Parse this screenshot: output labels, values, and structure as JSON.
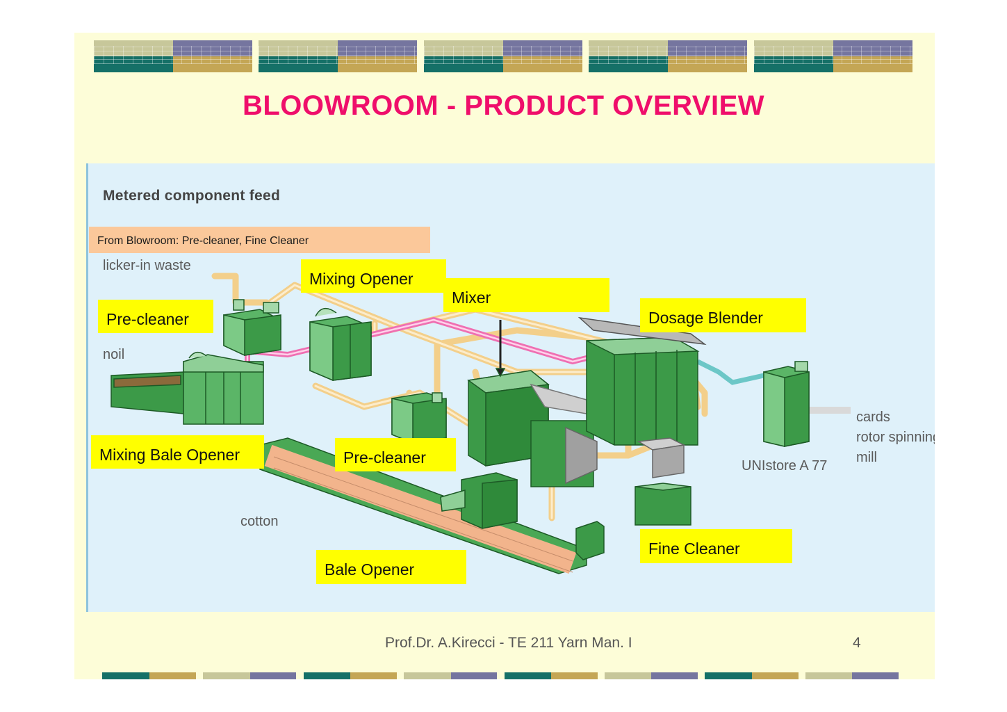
{
  "title": "BLOOWROOM - PRODUCT OVERVIEW",
  "diagram": {
    "heading": "Metered component feed",
    "from_box": "From Blowroom: Pre-cleaner, Fine Cleaner",
    "annotations": {
      "licker_in": "licker-in waste",
      "noil": "noil",
      "cotton": "cotton",
      "unistore": "UNIstore A 77",
      "cards": "cards",
      "rotor": "rotor spinning",
      "mill": "mill"
    },
    "labels": {
      "mixing_opener": "Mixing Opener",
      "mixer": "Mixer",
      "pre_cleaner_top": "Pre-cleaner",
      "dosage_blender": "Dosage Blender",
      "mixing_bale_opener": "Mixing Bale Opener",
      "pre_cleaner_mid": "Pre-cleaner",
      "fine_cleaner": "Fine Cleaner",
      "bale_opener": "Bale Opener"
    }
  },
  "footer": {
    "credit": "Prof.Dr. A.Kirecci - TE 211 Yarn Man. I",
    "page": "4"
  },
  "colors": {
    "title": "#ef0e6b",
    "label_bg": "#ffff00",
    "machine_green": "#3fa34d",
    "duct": "#f3cf8a",
    "pink_duct": "#ef6fb2"
  }
}
